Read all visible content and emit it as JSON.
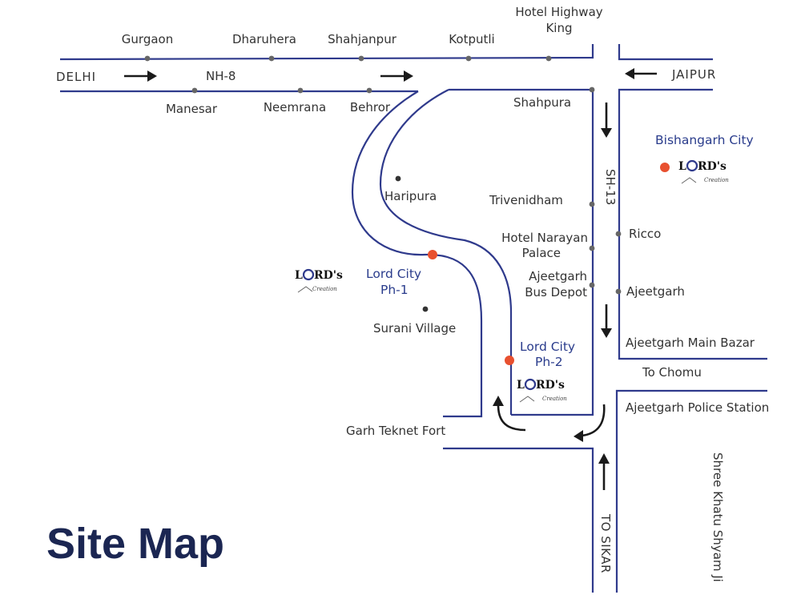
{
  "colors": {
    "road": "#2f3a8c",
    "text": "#333333",
    "site_marker": "#e8502f",
    "title": "#1b2652",
    "place_label": "#2a3c8c"
  },
  "map": {
    "title": "Site Map",
    "highway": {
      "west_label": "DELHI",
      "name": "NH-8",
      "east_label": "JAIPUR",
      "north_places": [
        "Gurgaon",
        "Dharuhera",
        "Shahjanpur",
        "Kotputli"
      ],
      "south_places": [
        "Manesar",
        "Neemrana",
        "Behror"
      ],
      "hotel_line1": "Hotel Highway",
      "hotel_line2": "King"
    },
    "state_highway": {
      "name": "SH-13"
    },
    "places": {
      "shahpura": "Shahpura",
      "haripura": "Haripura",
      "trivenidham": "Trivenidham",
      "hotel_narayan_1": "Hotel Narayan",
      "hotel_narayan_2": "Palace",
      "bus_depot_1": "Ajeetgarh",
      "bus_depot_2": "Bus Depot",
      "surani": "Surani Village",
      "ricco": "Ricco",
      "ajeetgarh": "Ajeetgarh",
      "main_bazar": "Ajeetgarh Main Bazar",
      "to_chomu": "To Chomu",
      "police_station": "Ajeetgarh Police Station",
      "garh_fort": "Garh Teknet Fort",
      "to_sikar": "TO SIKAR",
      "khatu": "Shree Khatu Shyam Ji"
    },
    "sites": {
      "bishangarh": "Bishangarh City",
      "ph1_line1": "Lord City",
      "ph1_line2": "Ph-1",
      "ph2_line1": "Lord City",
      "ph2_line2": "Ph-2"
    },
    "logo": {
      "brand_a": "L",
      "brand_b": "RD's",
      "tagline": "Creation"
    }
  }
}
